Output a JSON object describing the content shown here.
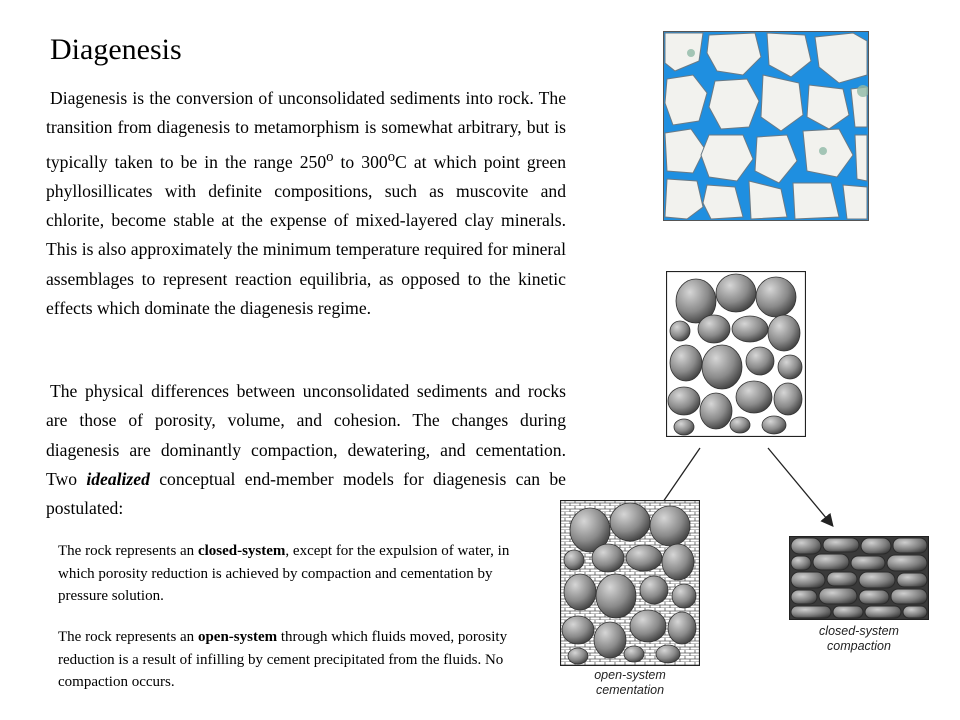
{
  "title": "Diagenesis",
  "paragraph1": {
    "a": "Diagenesis is the conversion of unconsolidated sediments into rock.  The transition from diagenesis to metamorphism is somewhat arbitrary, but is typically taken to be in the range 250",
    "sup1": "o",
    "b": " to 300",
    "sup2": "o",
    "c": "C at which point green phyllosillicates with definite compositions, such as muscovite and chlorite, become stable at the expense of mixed-layered clay minerals.   This is also approximately the minimum temperature required for mineral assemblages to represent reaction equilibria, as opposed to the kinetic effects which dominate the diagenesis regime."
  },
  "paragraph2": {
    "a": "The physical differences between unconsolidated sediments and rocks are those of porosity, volume, and cohesion.  The changes during diagenesis are dominantly compaction, dewatering, and cementation.  Two ",
    "emphasis": "idealized",
    "b": " conceptual end-member models for diagenesis can be postulated:"
  },
  "closed_note": {
    "a": "The rock represents an ",
    "bold": "closed-system",
    "b": ", except for the expulsion of water, in which porosity reduction is achieved by compaction and cementation by pressure solution."
  },
  "open_note": {
    "a": "The rock represents an ",
    "bold": "open-system",
    "b": " through which fluids moved, porosity reduction is a result of infilling by cement precipitated from  the fluids.  No compaction occurs."
  },
  "captions": {
    "closed_line1": "closed-system",
    "closed_line2": "compaction",
    "open_line1": "open-system",
    "open_line2": "cementation"
  },
  "colors": {
    "pore_blue": "#1f8fe0",
    "grain_light": "#f2f2ee",
    "grain_gray": "#8a8a8a",
    "grain_dark": "#4a4a4a"
  },
  "images": {
    "thin_section": "thin-section-photomicrograph",
    "loose_grains": "uncompacted-grains-diagram",
    "cementation": "open-system-cementation-diagram",
    "compaction": "closed-system-compaction-diagram"
  }
}
